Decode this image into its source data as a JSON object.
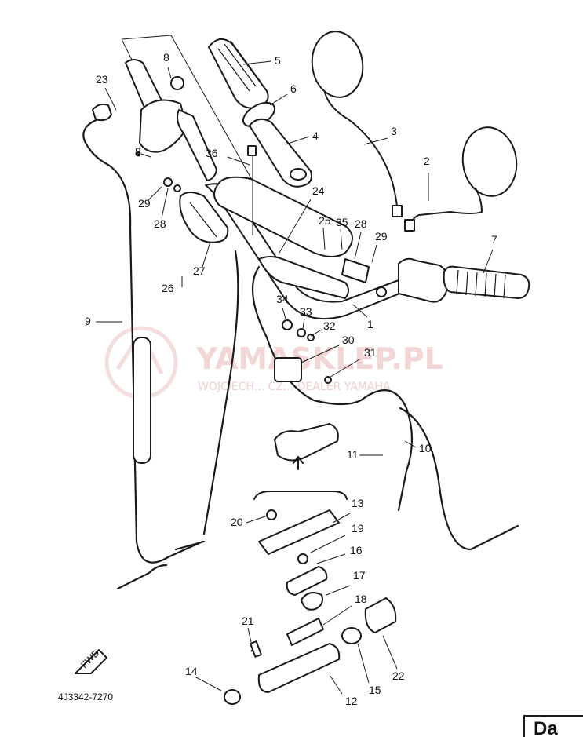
{
  "diagram": {
    "drawing_code": "4J3342-7270",
    "fwd_label": "FWD",
    "corner_text": "Da",
    "watermark": {
      "title": "YAMASKLEP.PL",
      "subtitle": "WOJCIECH... CZ... DEALER YAMAHA",
      "color": "#e8b4b4"
    },
    "callouts": [
      {
        "id": "c1",
        "label": "1"
      },
      {
        "id": "c2",
        "label": "2"
      },
      {
        "id": "c3",
        "label": "3"
      },
      {
        "id": "c4",
        "label": "4"
      },
      {
        "id": "c5",
        "label": "5"
      },
      {
        "id": "c6",
        "label": "6"
      },
      {
        "id": "c7",
        "label": "7"
      },
      {
        "id": "c8a",
        "label": "8"
      },
      {
        "id": "c8b",
        "label": "8"
      },
      {
        "id": "c9",
        "label": "9"
      },
      {
        "id": "c10",
        "label": "10"
      },
      {
        "id": "c11",
        "label": "11"
      },
      {
        "id": "c12",
        "label": "12"
      },
      {
        "id": "c13",
        "label": "13"
      },
      {
        "id": "c14",
        "label": "14"
      },
      {
        "id": "c15",
        "label": "15"
      },
      {
        "id": "c16",
        "label": "16"
      },
      {
        "id": "c17",
        "label": "17"
      },
      {
        "id": "c18",
        "label": "18"
      },
      {
        "id": "c19",
        "label": "19"
      },
      {
        "id": "c20",
        "label": "20"
      },
      {
        "id": "c21",
        "label": "21"
      },
      {
        "id": "c22",
        "label": "22"
      },
      {
        "id": "c23",
        "label": "23"
      },
      {
        "id": "c24",
        "label": "24"
      },
      {
        "id": "c25",
        "label": "25"
      },
      {
        "id": "c26",
        "label": "26"
      },
      {
        "id": "c27",
        "label": "27"
      },
      {
        "id": "c28a",
        "label": "28"
      },
      {
        "id": "c28b",
        "label": "28"
      },
      {
        "id": "c29a",
        "label": "29"
      },
      {
        "id": "c29b",
        "label": "29"
      },
      {
        "id": "c30",
        "label": "30"
      },
      {
        "id": "c31",
        "label": "31"
      },
      {
        "id": "c32",
        "label": "32"
      },
      {
        "id": "c33",
        "label": "33"
      },
      {
        "id": "c34",
        "label": "34"
      },
      {
        "id": "c35",
        "label": "35"
      },
      {
        "id": "c36",
        "label": "36"
      }
    ]
  }
}
